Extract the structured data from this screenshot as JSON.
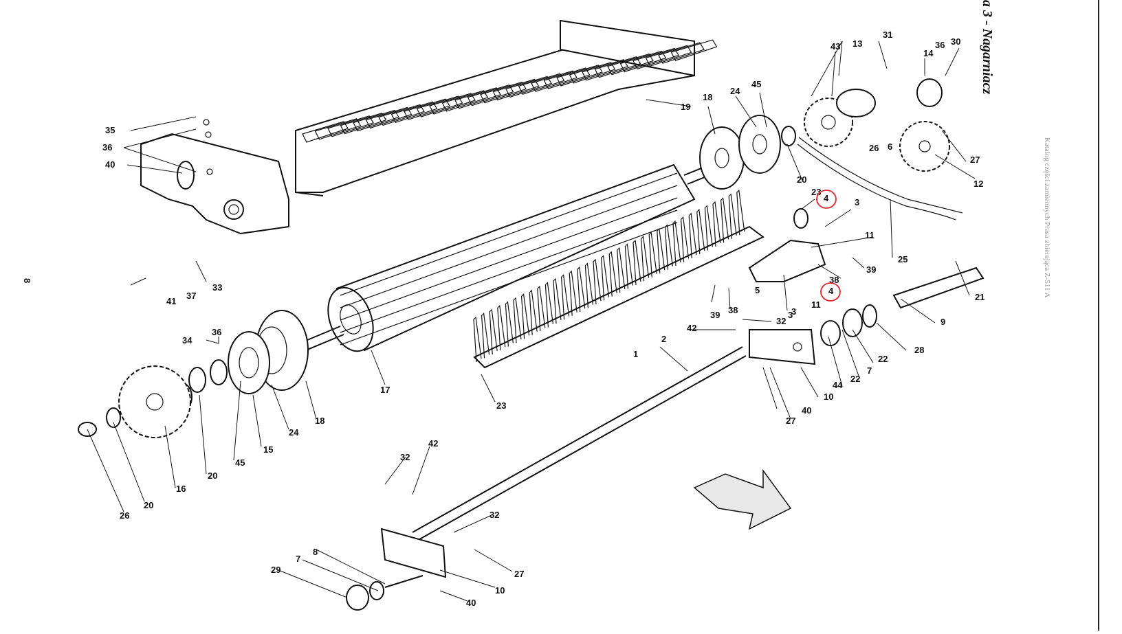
{
  "title": "a 3 - Nagarniacz",
  "page_number": "8",
  "margin_text": "Katalog części zamiennych  Prasa zbierająca Z-511 A",
  "labels": {
    "l1": "1",
    "l2": "2",
    "l3a": "3",
    "l3b": "3",
    "l3c": "3",
    "l4a": "4",
    "l4b": "4",
    "l5": "5",
    "l6": "6",
    "l7a": "7",
    "l7b": "7",
    "l8": "8",
    "l9": "9",
    "l10a": "10",
    "l10b": "10",
    "l11a": "11",
    "l11b": "11",
    "l12": "12",
    "l13": "13",
    "l14": "14",
    "l15": "15",
    "l16": "16",
    "l17": "17",
    "l18a": "18",
    "l18b": "18",
    "l19": "19",
    "l20a": "20",
    "l20b": "20",
    "l20c": "20",
    "l21": "21",
    "l22a": "22",
    "l22b": "22",
    "l23a": "23",
    "l23b": "23",
    "l24a": "24",
    "l24b": "24",
    "l25": "25",
    "l26a": "26",
    "l26b": "26",
    "l27a": "27",
    "l27b": "27",
    "l27c": "27",
    "l28": "28",
    "l29": "29",
    "l30": "30",
    "l31": "31",
    "l32a": "32",
    "l32b": "32",
    "l32c": "32",
    "l33": "33",
    "l34": "34",
    "l35": "35",
    "l36a": "36",
    "l36b": "36",
    "l36c": "36",
    "l37": "37",
    "l38a": "38",
    "l38b": "38",
    "l39a": "39",
    "l39b": "39",
    "l40a": "40",
    "l40b": "40",
    "l40c": "40",
    "l41": "41",
    "l42a": "42",
    "l42b": "42",
    "l43": "43",
    "l44": "44",
    "l45a": "45",
    "l45b": "45"
  },
  "colors": {
    "ink": "#111111",
    "annotation": "#e0282e",
    "background": "#ffffff"
  }
}
